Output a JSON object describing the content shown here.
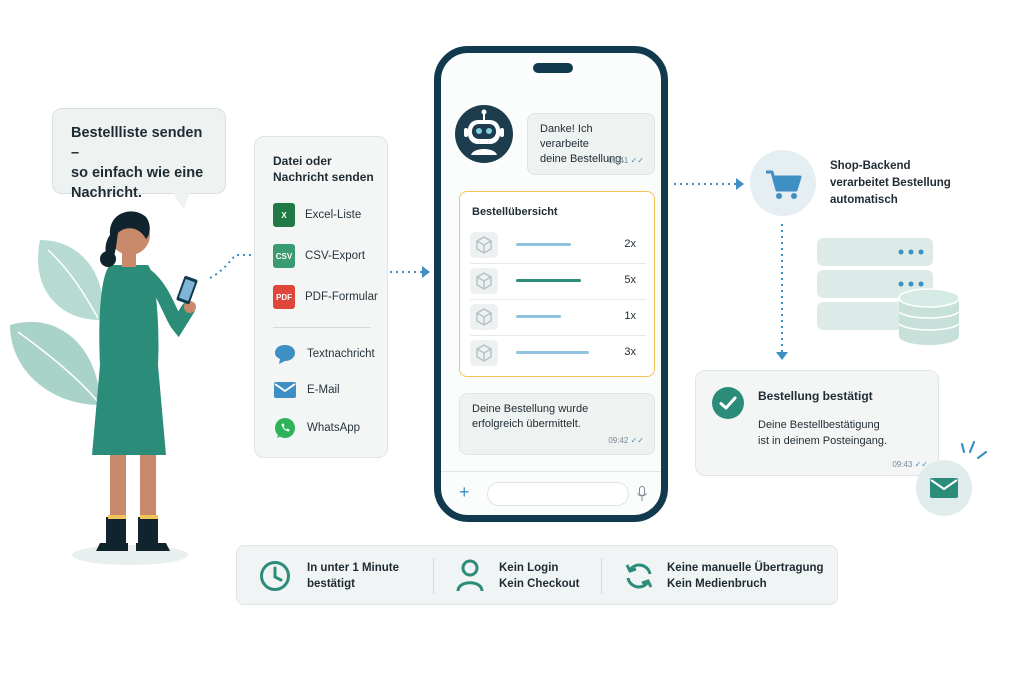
{
  "speech_bubble": {
    "line1": "Bestellliste senden –",
    "line2": "so einfach wie eine",
    "line3": "Nachricht."
  },
  "channels": {
    "heading_line1": "Datei oder",
    "heading_line2": "Nachricht senden",
    "items": [
      {
        "label": "Excel-Liste",
        "icon": "excel-file-icon",
        "badge": "X"
      },
      {
        "label": "CSV-Export",
        "icon": "csv-file-icon",
        "badge": "CSV"
      },
      {
        "label": "PDF-Formular",
        "icon": "pdf-file-icon",
        "badge": "PDF"
      },
      {
        "label": "Textnachricht",
        "icon": "chat-bubble-icon"
      },
      {
        "label": "E-Mail",
        "icon": "envelope-icon"
      },
      {
        "label": "WhatsApp",
        "icon": "whatsapp-icon"
      }
    ]
  },
  "phone": {
    "bot_message": {
      "line1": "Danke! Ich verarbeite",
      "line2": "deine Bestellung.",
      "time": "09:41"
    },
    "order": {
      "title": "Bestellübersicht",
      "rows": [
        {
          "qty": "2x",
          "fill": 0.55
        },
        {
          "qty": "5x",
          "fill": 0.65
        },
        {
          "qty": "1x",
          "fill": 0.45
        },
        {
          "qty": "3x",
          "fill": 0.73
        }
      ]
    },
    "success_message": {
      "line1": "Deine Bestellung wurde",
      "line2": "erfolgreich übermittelt.",
      "time": "09:42"
    }
  },
  "backend": {
    "line1": "Shop-Backend",
    "line2": "verarbeitet Bestellung",
    "line3": "automatisch"
  },
  "confirmation": {
    "title": "Bestellung bestätigt",
    "line1": "Deine Bestellbestätigung",
    "line2": "ist in deinem Posteingang.",
    "time": "09:43"
  },
  "features": [
    {
      "line1": "In unter 1 Minute",
      "line2": "bestätigt",
      "icon": "clock-icon"
    },
    {
      "line1": "Kein Login",
      "line2": "Kein Checkout",
      "icon": "user-icon"
    },
    {
      "line1": "Keine manuelle Übertragung",
      "line2": "Kein Medienbruch",
      "icon": "sync-icon"
    }
  ],
  "colors": {
    "teal": "#2c8c7a",
    "navy": "#123a4e",
    "accent_blue": "#3d8fc4",
    "order_border": "#f2c45a",
    "leaf": "#a9d3c9"
  }
}
